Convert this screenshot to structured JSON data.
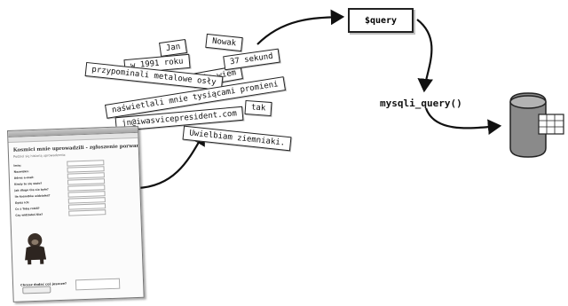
{
  "slips": [
    {
      "id": "jan",
      "text": "Jan"
    },
    {
      "id": "nowak",
      "text": "Nowak"
    },
    {
      "id": "year",
      "text": "w 1991 roku"
    },
    {
      "id": "nie-wiem",
      "text": "nie wiem"
    },
    {
      "id": "37s",
      "text": "37 sekund"
    },
    {
      "id": "przyp",
      "text": "przypominali metalowe osły"
    },
    {
      "id": "nasw",
      "text": "naświetlali mnie tysiącami promieni"
    },
    {
      "id": "tak",
      "text": "tak"
    },
    {
      "id": "email",
      "text": "jn@iwasvicepresident.com"
    },
    {
      "id": "uwielbiam",
      "text": "Uwielbiam ziemniaki."
    }
  ],
  "query_box": {
    "label": "$query"
  },
  "function_label": "mysqli_query()",
  "form_window": {
    "heading": "Kosmici mnie uprowadzili - zgłoszenie porwania",
    "intro": "Podziel się historią uprowadzenia:",
    "fields": [
      {
        "label": "Imię:"
      },
      {
        "label": "Nazwisko:"
      },
      {
        "label": "Adres e-mail:"
      },
      {
        "label": "Kiedy to się stało?"
      },
      {
        "label": "Jak długo Cię nie było?"
      },
      {
        "label": "Ile kosmitów widziałeś?"
      },
      {
        "label": "Opisz ich:"
      },
      {
        "label": "Co z Tobą robili?"
      },
      {
        "label": "Czy widziałeś Kła?"
      }
    ],
    "bottom_label": "Chcesz dodać coś jeszcze?"
  },
  "colors": {
    "ink": "#111111",
    "db": "#777777"
  }
}
